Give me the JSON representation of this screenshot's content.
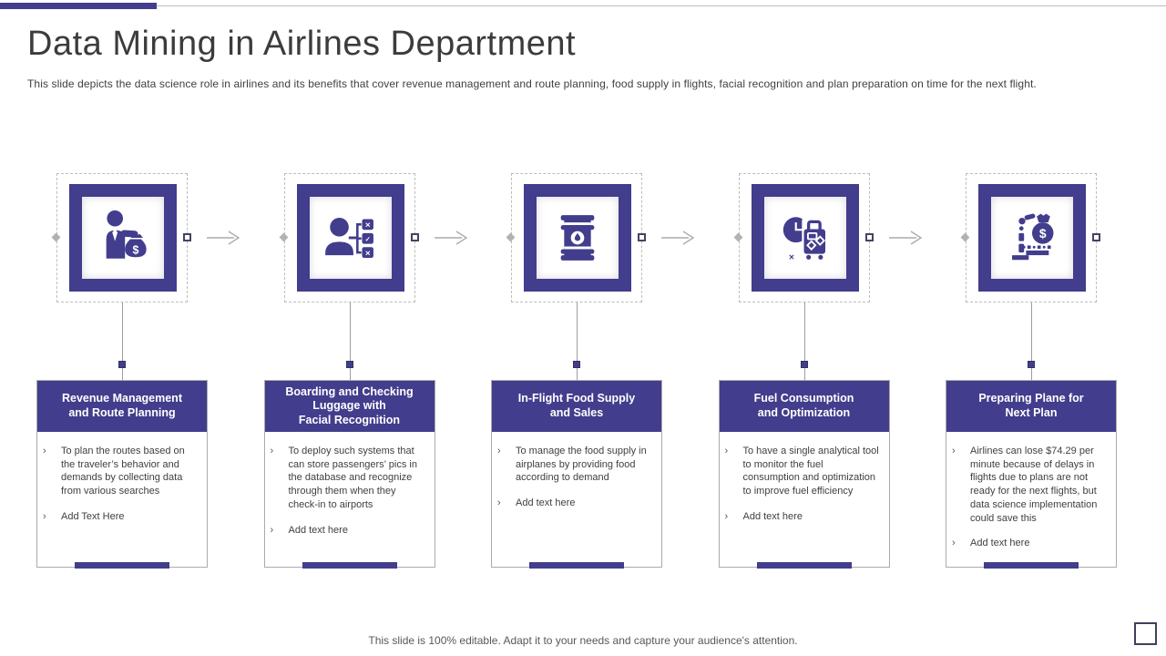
{
  "accent_color": "#423D8C",
  "slide": {
    "title": "Data Mining in Airlines Department",
    "subtitle": "This slide depicts the data science role in airlines and its benefits that cover revenue management and route planning, food supply in flights, facial recognition and plan preparation on time for the next flight.",
    "footer": "This slide is 100% editable. Adapt it to your needs and capture your audience's attention.",
    "bullet_marker": "›"
  },
  "columns": [
    {
      "icon": "businessman-money-bag",
      "title_lines": [
        "Revenue Management",
        "and Route Planning"
      ],
      "bullets": [
        "To plan the routes based on the traveler’s behavior and demands by collecting data from various searches",
        "Add Text Here"
      ]
    },
    {
      "icon": "facial-recognition-checklist",
      "title_lines": [
        "Boarding and Checking",
        "Luggage with",
        "Facial Recognition"
      ],
      "bullets": [
        "To deploy such systems that can store passengers’ pics in the database and recognize through them when they check-in to airports",
        "Add text here"
      ]
    },
    {
      "icon": "oil-barrel",
      "title_lines": [
        "In-Flight Food Supply",
        "and Sales"
      ],
      "bullets": [
        "To manage the food supply in airplanes by providing food according to demand",
        "Add text here"
      ]
    },
    {
      "icon": "clock-luggage",
      "title_lines": [
        "Fuel Consumption",
        "and Optimization"
      ],
      "bullets": [
        "To have a single analytical tool to monitor the fuel consumption and optimization to improve fuel efficiency",
        "Add text here"
      ]
    },
    {
      "icon": "robotic-arm-money-bag",
      "title_lines": [
        "Preparing Plane for",
        "Next Plan"
      ],
      "bullets": [
        "Airlines can lose $74.29 per minute because of delays in flights due to plans are not ready for the next flights, but data science implementation could save this",
        "Add text here"
      ]
    }
  ]
}
